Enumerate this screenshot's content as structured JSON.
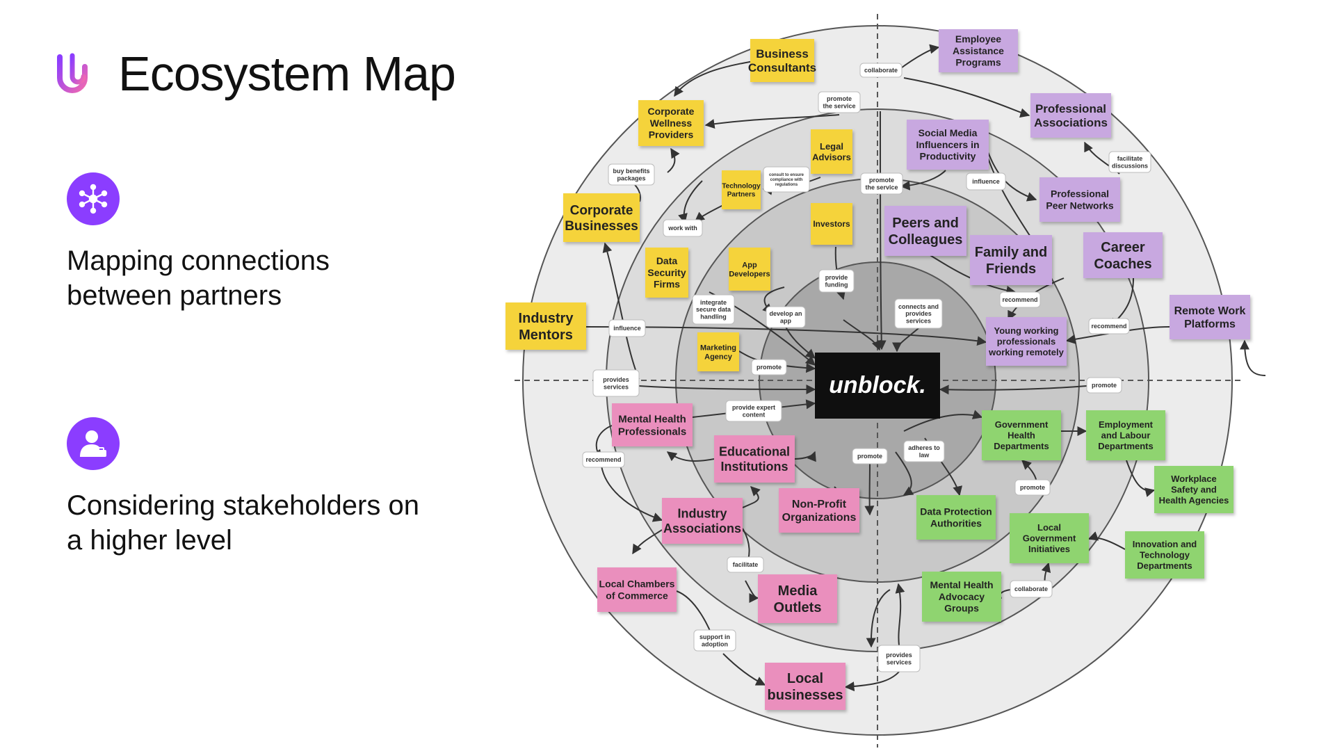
{
  "header": {
    "title": "Ecosystem Map"
  },
  "features": [
    {
      "icon": "network-icon",
      "text_line1": "Mapping connections",
      "text_line2": "between partners"
    },
    {
      "icon": "person-icon",
      "text_line1": "Considering stakeholders on",
      "text_line2": "a higher level"
    }
  ],
  "colors": {
    "accent": "#8b3dff",
    "yellow": "#f5d33b",
    "purple": "#c8a8e0",
    "pink": "#ea8fbd",
    "green": "#8fd46f",
    "center": "#0f0f0f"
  },
  "center": {
    "label": "unblock."
  },
  "stakeholders": [
    {
      "id": "business-consultants",
      "lines": [
        "Business",
        "Consultants"
      ],
      "color": "yellow"
    },
    {
      "id": "corporate-wellness-providers",
      "lines": [
        "Corporate",
        "Wellness",
        "Providers"
      ],
      "color": "yellow"
    },
    {
      "id": "legal-advisors",
      "lines": [
        "Legal",
        "Advisors"
      ],
      "color": "yellow"
    },
    {
      "id": "technology-partners",
      "lines": [
        "Technology",
        "Partners"
      ],
      "color": "yellow"
    },
    {
      "id": "corporate-businesses",
      "lines": [
        "Corporate",
        "Businesses"
      ],
      "color": "yellow"
    },
    {
      "id": "investors",
      "lines": [
        "Investors"
      ],
      "color": "yellow"
    },
    {
      "id": "data-security-firms",
      "lines": [
        "Data",
        "Security",
        "Firms"
      ],
      "color": "yellow"
    },
    {
      "id": "app-developers",
      "lines": [
        "App",
        "Developers"
      ],
      "color": "yellow"
    },
    {
      "id": "industry-mentors",
      "lines": [
        "Industry",
        "Mentors"
      ],
      "color": "yellow"
    },
    {
      "id": "marketing-agency",
      "lines": [
        "Marketing",
        "Agency"
      ],
      "color": "yellow"
    },
    {
      "id": "employee-assistance-programs",
      "lines": [
        "Employee",
        "Assistance",
        "Programs"
      ],
      "color": "purple"
    },
    {
      "id": "professional-associations",
      "lines": [
        "Professional",
        "Associations"
      ],
      "color": "purple"
    },
    {
      "id": "social-media-influencers",
      "lines": [
        "Social Media",
        "Influencers in",
        "Productivity"
      ],
      "color": "purple"
    },
    {
      "id": "professional-peer-networks",
      "lines": [
        "Professional",
        "Peer Networks"
      ],
      "color": "purple"
    },
    {
      "id": "peers-and-colleagues",
      "lines": [
        "Peers and",
        "Colleagues"
      ],
      "color": "purple"
    },
    {
      "id": "family-and-friends",
      "lines": [
        "Family and",
        "Friends"
      ],
      "color": "purple"
    },
    {
      "id": "career-coaches",
      "lines": [
        "Career",
        "Coaches"
      ],
      "color": "purple"
    },
    {
      "id": "remote-work-platforms",
      "lines": [
        "Remote Work",
        "Platforms"
      ],
      "color": "purple"
    },
    {
      "id": "young-working-professionals",
      "lines": [
        "Young working",
        "professionals",
        "working remotely"
      ],
      "color": "purple"
    },
    {
      "id": "mental-health-professionals",
      "lines": [
        "Mental Health",
        "Professionals"
      ],
      "color": "pink"
    },
    {
      "id": "educational-institutions",
      "lines": [
        "Educational",
        "Institutions"
      ],
      "color": "pink"
    },
    {
      "id": "industry-associations",
      "lines": [
        "Industry",
        "Associations"
      ],
      "color": "pink"
    },
    {
      "id": "non-profit-organizations",
      "lines": [
        "Non-Profit",
        "Organizations"
      ],
      "color": "pink"
    },
    {
      "id": "local-chambers-of-commerce",
      "lines": [
        "Local Chambers",
        "of Commerce"
      ],
      "color": "pink"
    },
    {
      "id": "media-outlets",
      "lines": [
        "Media",
        "Outlets"
      ],
      "color": "pink"
    },
    {
      "id": "local-businesses",
      "lines": [
        "Local",
        "businesses"
      ],
      "color": "pink"
    },
    {
      "id": "government-health-departments",
      "lines": [
        "Government",
        "Health",
        "Departments"
      ],
      "color": "green"
    },
    {
      "id": "employment-and-labour-departments",
      "lines": [
        "Employment",
        "and Labour",
        "Departments"
      ],
      "color": "green"
    },
    {
      "id": "workplace-safety-and-health-agencies",
      "lines": [
        "Workplace",
        "Safety and",
        "Health Agencies"
      ],
      "color": "green"
    },
    {
      "id": "data-protection-authorities",
      "lines": [
        "Data Protection",
        "Authorities"
      ],
      "color": "green"
    },
    {
      "id": "local-government-initiatives",
      "lines": [
        "Local",
        "Government",
        "Initiatives"
      ],
      "color": "green"
    },
    {
      "id": "innovation-and-technology-departments",
      "lines": [
        "Innovation and",
        "Technology",
        "Departments"
      ],
      "color": "green"
    },
    {
      "id": "mental-health-advocacy-groups",
      "lines": [
        "Mental Health",
        "Advocacy",
        "Groups"
      ],
      "color": "green"
    }
  ],
  "relations": [
    {
      "id": "collaborate-top",
      "lines": [
        "collaborate"
      ]
    },
    {
      "id": "promote-the-service-top",
      "lines": [
        "promote",
        "the service"
      ]
    },
    {
      "id": "buy-benefits-packages",
      "lines": [
        "buy benefits",
        "packages"
      ]
    },
    {
      "id": "consult-compliance",
      "lines": [
        "consult to ensure",
        "compliance with",
        "regulations"
      ]
    },
    {
      "id": "facilitate-discussions",
      "lines": [
        "facilitate",
        "discussions"
      ]
    },
    {
      "id": "promote-the-service-mid",
      "lines": [
        "promote",
        "the service"
      ]
    },
    {
      "id": "influence-top",
      "lines": [
        "influence"
      ]
    },
    {
      "id": "work-with",
      "lines": [
        "work with"
      ]
    },
    {
      "id": "provide-funding",
      "lines": [
        "provide",
        "funding"
      ]
    },
    {
      "id": "integrate-secure-data",
      "lines": [
        "integrate",
        "secure data",
        "handling"
      ]
    },
    {
      "id": "develop-an-app",
      "lines": [
        "develop an",
        "app"
      ]
    },
    {
      "id": "connects-and-provides",
      "lines": [
        "connects and",
        "provides",
        "services"
      ]
    },
    {
      "id": "recommend-family",
      "lines": [
        "recommend"
      ]
    },
    {
      "id": "recommend-coaches",
      "lines": [
        "recommend"
      ]
    },
    {
      "id": "influence-mentors",
      "lines": [
        "influence"
      ]
    },
    {
      "id": "promote-marketing",
      "lines": [
        "promote"
      ]
    },
    {
      "id": "provides-services-left",
      "lines": [
        "provides",
        "services"
      ]
    },
    {
      "id": "promote-right",
      "lines": [
        "promote"
      ]
    },
    {
      "id": "provide-expert-content",
      "lines": [
        "provide expert",
        "content"
      ]
    },
    {
      "id": "recommend-left",
      "lines": [
        "recommend"
      ]
    },
    {
      "id": "adheres-to-law",
      "lines": [
        "adheres to",
        "law"
      ]
    },
    {
      "id": "promote-bottom",
      "lines": [
        "promote"
      ]
    },
    {
      "id": "promote-gov",
      "lines": [
        "promote"
      ]
    },
    {
      "id": "facilitate-bottom",
      "lines": [
        "facilitate"
      ]
    },
    {
      "id": "collaborate-bottom",
      "lines": [
        "collaborate"
      ]
    },
    {
      "id": "support-in-adoption",
      "lines": [
        "support in",
        "adoption"
      ]
    },
    {
      "id": "provides-services-bottom",
      "lines": [
        "provides",
        "services"
      ]
    }
  ]
}
